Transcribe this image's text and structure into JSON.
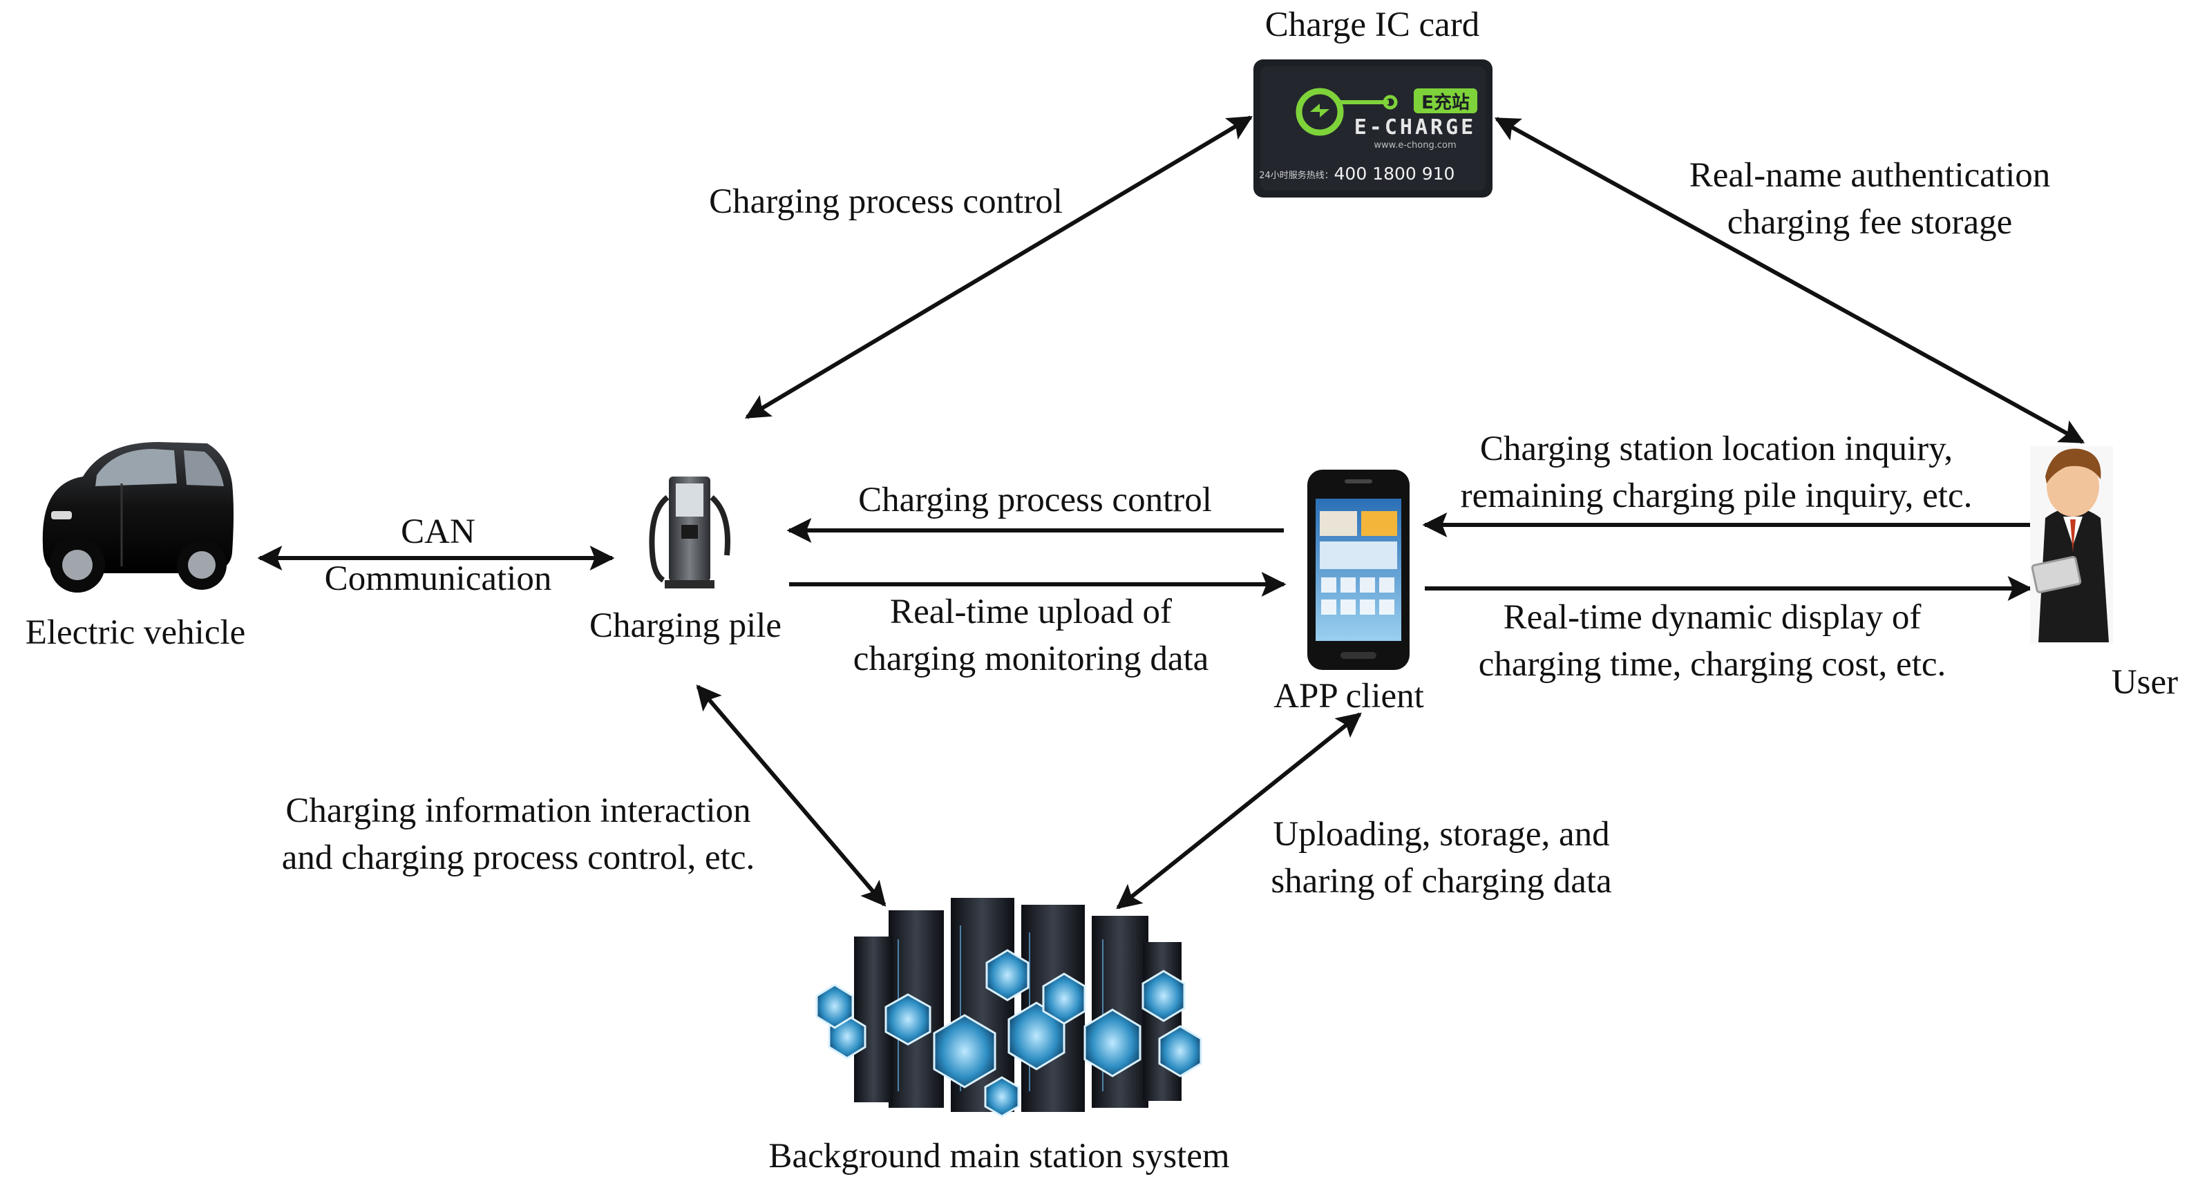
{
  "nodes": {
    "ic_card": {
      "label": "Charge IC card",
      "card_brand": "E-CHARGE",
      "card_badge": "E充站",
      "card_url": "www.e-chong.com",
      "card_hotline_label": "24小时服务热线：",
      "card_phone": "400 1800 910"
    },
    "electric_vehicle": {
      "label": "Electric vehicle"
    },
    "charging_pile": {
      "label": "Charging pile"
    },
    "app_client": {
      "label": "APP client"
    },
    "user": {
      "label": "User"
    },
    "background_system": {
      "label": "Background main station system"
    }
  },
  "edges": {
    "pile_card": {
      "label": "Charging process control"
    },
    "card_user": {
      "line1": "Real-name authentication",
      "line2": "charging fee storage"
    },
    "vehicle_pile": {
      "line1": "CAN",
      "line2": "Communication"
    },
    "app_to_pile": {
      "label": "Charging process control"
    },
    "pile_to_app": {
      "line1": "Real-time upload of",
      "line2": "charging monitoring data"
    },
    "user_to_app": {
      "line1": "Charging station location inquiry,",
      "line2": "remaining charging pile inquiry, etc."
    },
    "app_to_user": {
      "line1": "Real-time dynamic display of",
      "line2": "charging time, charging cost, etc."
    },
    "pile_system": {
      "line1": "Charging information interaction",
      "line2": "and charging process control, etc."
    },
    "app_system": {
      "line1": "Uploading, storage, and",
      "line2": "sharing of charging data"
    }
  },
  "colors": {
    "arrow": "#111111",
    "text": "#111111",
    "card": "#1c1f24",
    "card_accent": "#7fd33a"
  }
}
